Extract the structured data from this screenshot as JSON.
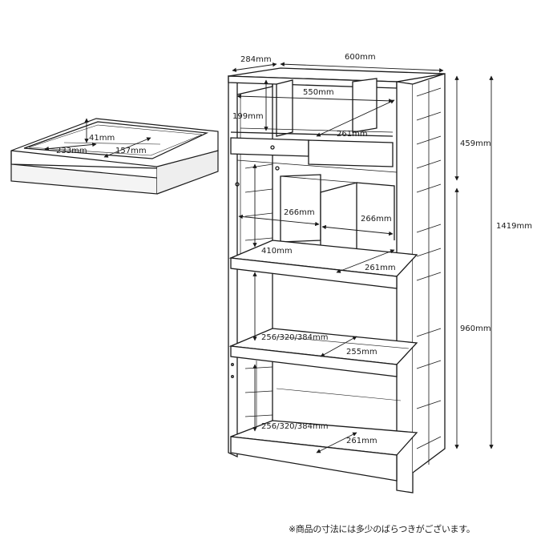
{
  "dims": {
    "depth": "284mm",
    "width": "600mm",
    "inner_width": "550mm",
    "top_height": "199mm",
    "top_box_depth": "261mm",
    "upper_section": "459mm",
    "total_height": "1419mm",
    "lower_section": "960mm",
    "mid_left": "266mm",
    "mid_right": "266mm",
    "mid_height": "410mm",
    "mid_depth": "261mm",
    "shelf_adjust_1": "256/320/384mm",
    "shelf_depth_1": "255mm",
    "shelf_adjust_2": "256/320/384mm",
    "shelf_depth_2": "261mm",
    "drawer_height": "41mm",
    "drawer_width": "233mm",
    "drawer_depth": "157mm"
  },
  "note": "※商品の寸法には多少のばらつきがございます。"
}
